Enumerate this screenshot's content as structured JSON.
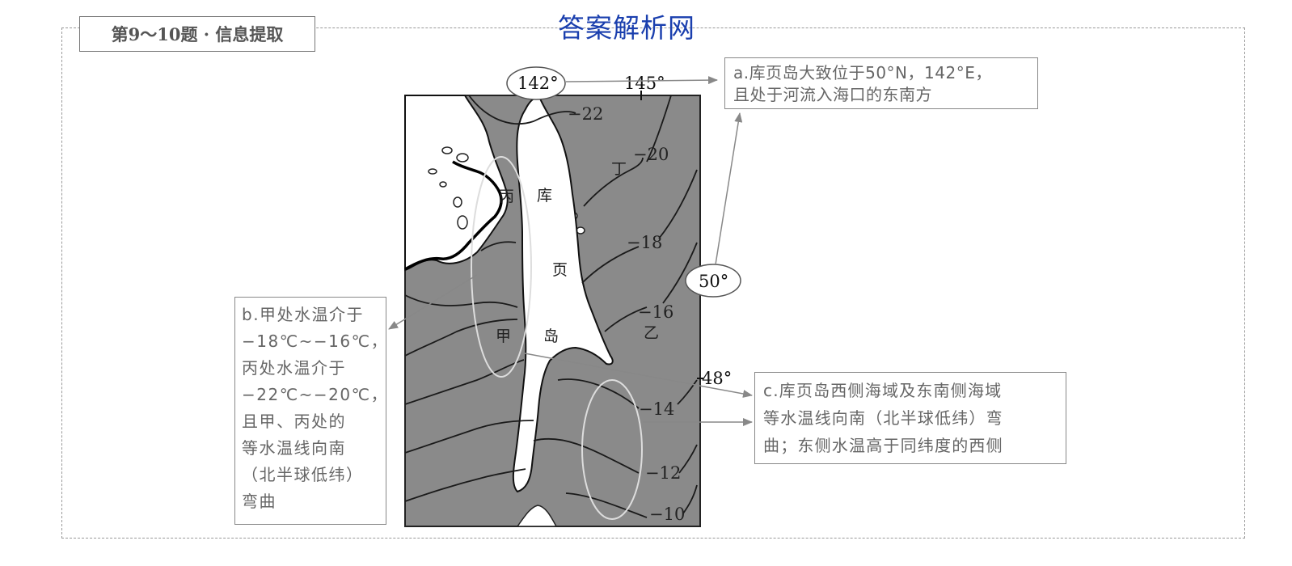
{
  "header": {
    "title": "第9～10题 · 信息提取"
  },
  "watermark": "答案解析网",
  "notes": {
    "a": {
      "lines": [
        "a.库页岛大致位于50°N，142°E，",
        "且处于河流入海口的东南方"
      ]
    },
    "b": {
      "lines": [
        "b.甲处水温介于",
        "−18℃~−16℃，",
        "丙处水温介于",
        "−22℃~−20℃，",
        "且甲、丙处的",
        "等水温线向南",
        "（北半球低纬）",
        "弯曲"
      ]
    },
    "c": {
      "lines": [
        "c.库页岛西侧海域及东南侧海域",
        "等水温线向南（北半球低纬）弯",
        "曲；东侧水温高于同纬度的西侧"
      ]
    }
  },
  "map": {
    "coords": {
      "lon142": "142°",
      "lon145": "145°",
      "lat50": "50°",
      "lat48": "48°"
    },
    "isotherms": {
      "m22": "−22",
      "m20": "−20",
      "m18": "−18",
      "m16": "−16",
      "m14": "−14",
      "m12": "−12",
      "m10": "−10"
    },
    "places": {
      "jia": "甲",
      "yi": "乙",
      "bing": "丙",
      "ding": "丁",
      "ku": "库",
      "ye": "页",
      "dao": "岛"
    }
  },
  "colors": {
    "sea": "#8a8a8a",
    "land": "#ffffff",
    "isotherm": "#1a1a1a",
    "watermark": "#1a3fae",
    "frame": "#999999"
  }
}
